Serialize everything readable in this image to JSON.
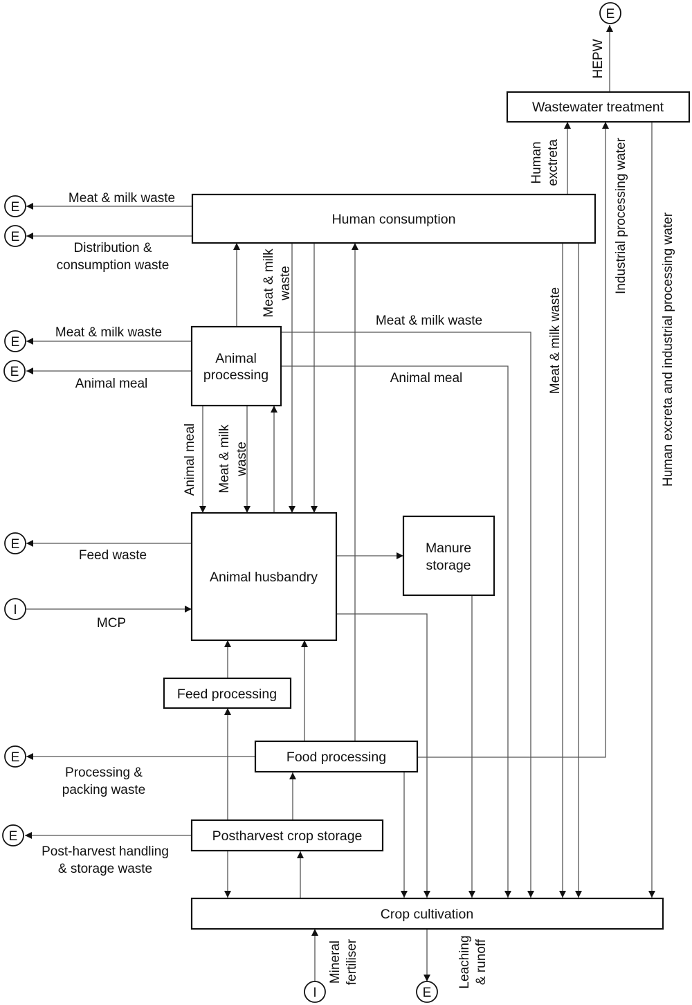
{
  "title": "Phosphorus flows in the food system",
  "colors": {
    "box_stroke": "#111111",
    "flow_stroke": "#555555",
    "background": "#ffffff"
  },
  "node_types": {
    "export": "E",
    "import": "I"
  },
  "boxes": {
    "wastewater_treatment": "Wastewater treatment",
    "human_consumption": "Human consumption",
    "animal_processing": [
      "Animal",
      "processing"
    ],
    "animal_husbandry": "Animal husbandry",
    "manure_storage": [
      "Manure",
      "storage"
    ],
    "feed_processing": "Feed processing",
    "food_processing": "Food processing",
    "postharvest_crop_storage": "Postharvest crop storage",
    "crop_cultivation": "Crop cultivation"
  },
  "flows": {
    "hepw": "HEPW",
    "human_excreta": [
      "Human",
      "exctreta"
    ],
    "industrial_processing_water": "Industrial processing water",
    "human_excreta_and_industrial_processing_water": "Human excreta and industrial processing water",
    "hc_meat_milk_waste": "Meat & milk waste",
    "hc_distribution_consumption_waste": [
      "Distribution &",
      "consumption waste"
    ],
    "ap_to_hc_meat_milk_waste": [
      "Meat & milk",
      "waste"
    ],
    "ap_meat_milk_waste_export": "Meat & milk waste",
    "ap_animal_meal_export": "Animal meal",
    "ap_meat_milk_waste_to_crop": "Meat & milk waste",
    "ap_animal_meal_to_crop": "Animal meal",
    "hc_meat_milk_waste_to_crop": "Meat & milk waste",
    "ap_animal_meal_to_ah": "Animal meal",
    "ap_meat_milk_waste_to_ah": [
      "Meat & milk",
      "waste"
    ],
    "ah_feed_waste": "Feed waste",
    "mcp": "MCP",
    "fp_processing_packing_waste": [
      "Processing &",
      "packing waste"
    ],
    "pcs_handling_storage_waste": [
      "Post-harvest handling",
      "& storage waste"
    ],
    "mineral_fertiliser": [
      "Mineral",
      "fertiliser"
    ],
    "leaching_runoff": [
      "Leaching",
      "& runoff"
    ]
  }
}
